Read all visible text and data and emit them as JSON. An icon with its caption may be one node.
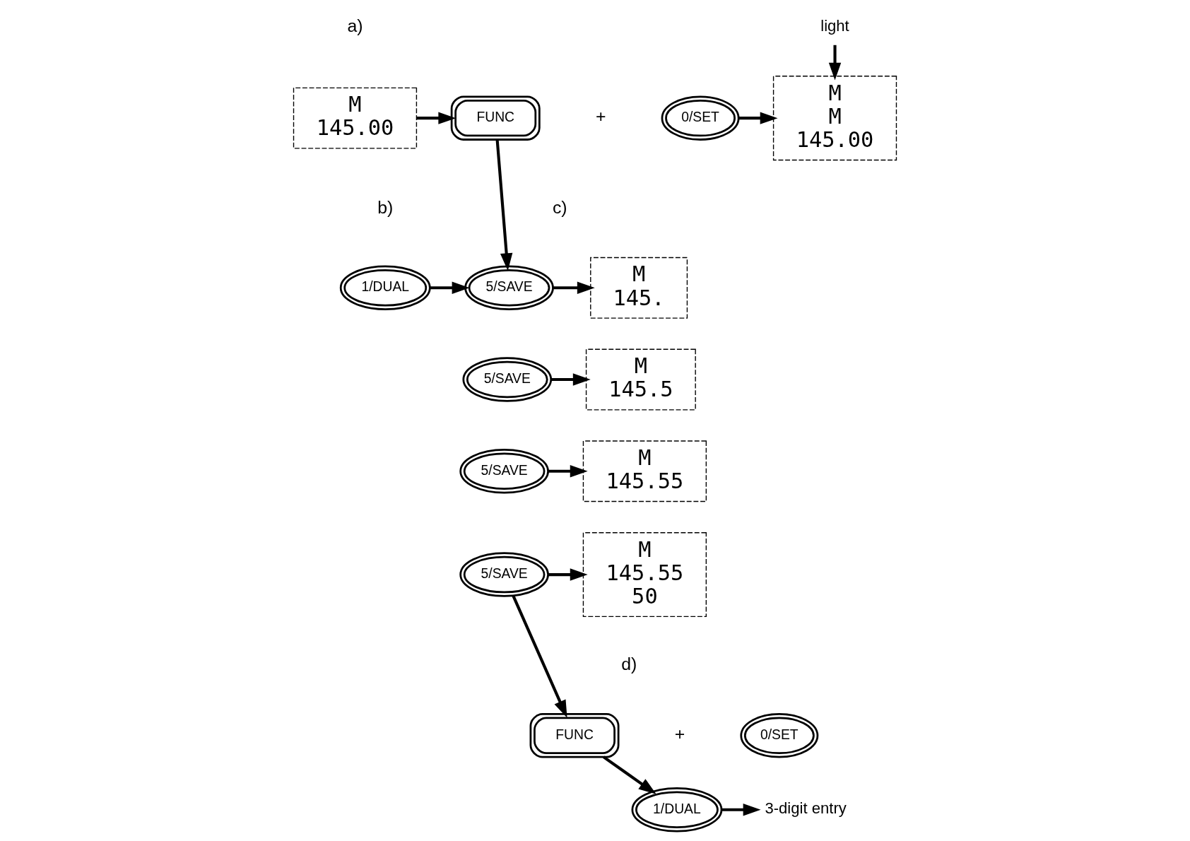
{
  "diagram": {
    "nodes": [
      {
        "text": [
          "M",
          "145.00"
        ]
      },
      {
        "text": [
          "FUNC"
        ]
      },
      {
        "text": [
          "0/SET"
        ]
      },
      {
        "text": [
          "light"
        ]
      },
      {
        "text": [
          "M",
          "M",
          "145.00"
        ]
      },
      {
        "text": [
          "1/DUAL"
        ]
      },
      {
        "text": [
          "5/SAVE"
        ]
      },
      {
        "text": [
          "M",
          "145."
        ]
      },
      {
        "text": [
          "5/SAVE"
        ]
      },
      {
        "text": [
          "M",
          "145.5"
        ]
      },
      {
        "text": [
          "5/SAVE"
        ]
      },
      {
        "text": [
          "M",
          "145.55"
        ]
      },
      {
        "text": [
          "5/SAVE"
        ]
      },
      {
        "text": [
          "M",
          "145.55",
          "50"
        ]
      },
      {
        "text": [
          "FUNC"
        ]
      },
      {
        "text": [
          "0/SET"
        ]
      },
      {
        "text": [
          "1/DUAL"
        ]
      },
      {
        "text": [
          "3-digit entry"
        ]
      }
    ],
    "edges": [
      {
        "from": 0,
        "to": 1,
        "arrow": "to"
      },
      {
        "from": 2,
        "to": 4,
        "arrow": "to"
      },
      {
        "from": 3,
        "to": 4,
        "arrow": "to"
      },
      {
        "from": 1,
        "to": 6,
        "arrow": "to"
      },
      {
        "from": 5,
        "to": 6,
        "arrow": "to"
      },
      {
        "from": 6,
        "to": 7,
        "arrow": "to"
      },
      {
        "from": 8,
        "to": 9,
        "arrow": "to"
      },
      {
        "from": 10,
        "to": 11,
        "arrow": "to"
      },
      {
        "from": 12,
        "to": 13,
        "arrow": "to"
      },
      {
        "from": 12,
        "to": 14,
        "arrow": "to"
      },
      {
        "from": 14,
        "to": 16,
        "arrow": "to"
      },
      {
        "from": 16,
        "to": 17,
        "arrow": "to"
      }
    ],
    "labels": [
      "a)",
      "+",
      "b)",
      "c)",
      "d)",
      "+"
    ]
  }
}
